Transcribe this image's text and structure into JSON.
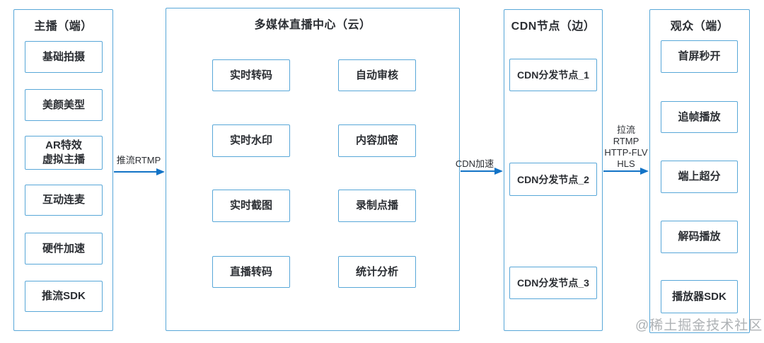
{
  "panels": {
    "broadcaster": {
      "title": "主播（端）",
      "items": [
        "基础拍摄",
        "美颜美型",
        "AR特效\n虚拟主播",
        "互动连麦",
        "硬件加速",
        "推流SDK"
      ]
    },
    "center": {
      "title": "多媒体直播中心（云）",
      "left_items": [
        "实时转码",
        "实时水印",
        "实时截图",
        "直播转码"
      ],
      "right_items": [
        "自动审核",
        "内容加密",
        "录制点播",
        "统计分析"
      ]
    },
    "cdn": {
      "title": "CDN节点（边）",
      "items": [
        "CDN分发节点_1",
        "CDN分发节点_2",
        "CDN分发节点_3"
      ]
    },
    "viewer": {
      "title": "观众（端）",
      "items": [
        "首屏秒开",
        "追帧播放",
        "端上超分",
        "解码播放",
        "播放器SDK"
      ]
    }
  },
  "arrows": {
    "push": {
      "label": "推流RTMP"
    },
    "cdn_accel": {
      "label": "CDN加速"
    },
    "pull": {
      "label": "拉流\nRTMP\nHTTP-FLV\nHLS"
    }
  },
  "watermark": "@稀土掘金技术社区",
  "colors": {
    "border": "#58a7d8",
    "arrow": "#1273c6",
    "text": "#2b2e33"
  }
}
